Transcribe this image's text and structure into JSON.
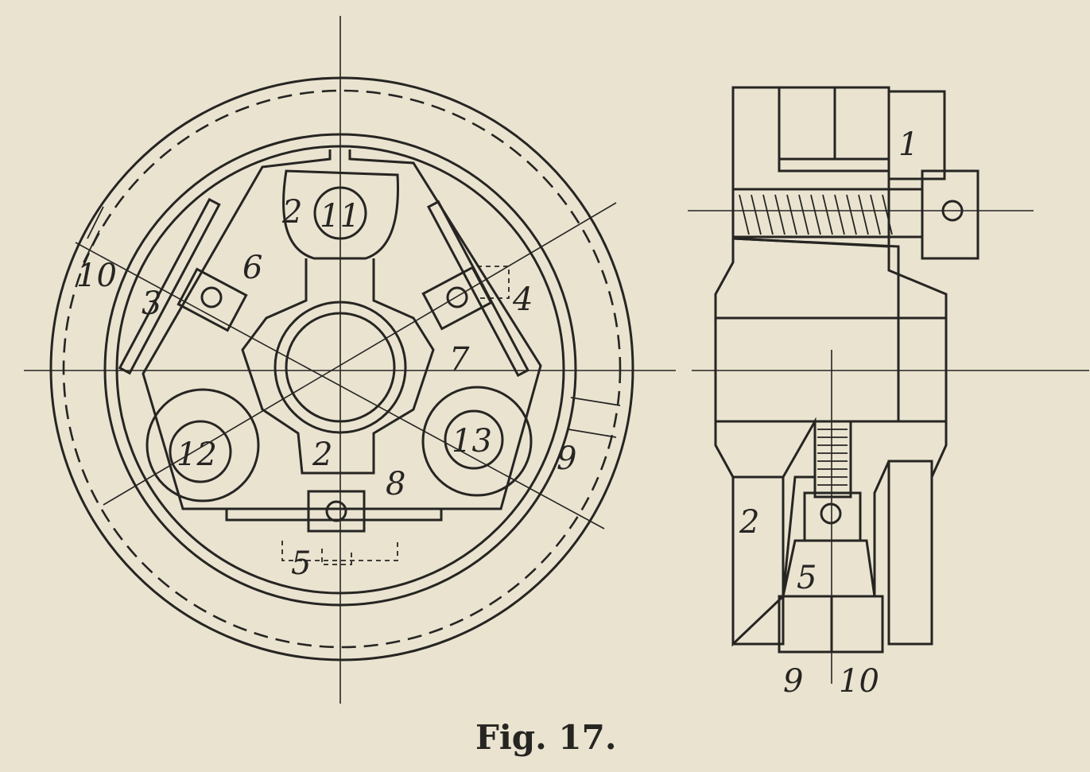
{
  "caption": "Fig. 17.",
  "front_view": {
    "labels": {
      "l1": "11",
      "l2a": "2",
      "l3": "3",
      "l4": "4",
      "l6": "6",
      "l7": "7",
      "l10": "10",
      "l12": "12",
      "l13": "13",
      "l2b": "2",
      "l8": "8",
      "l9": "9",
      "l5": "5"
    }
  },
  "section_view": {
    "labels": {
      "l1": "1",
      "l2": "2",
      "l5": "5",
      "l9": "9",
      "l10": "10"
    }
  },
  "colors": {
    "paper": "#e9e3d0",
    "ink": "#262522"
  }
}
